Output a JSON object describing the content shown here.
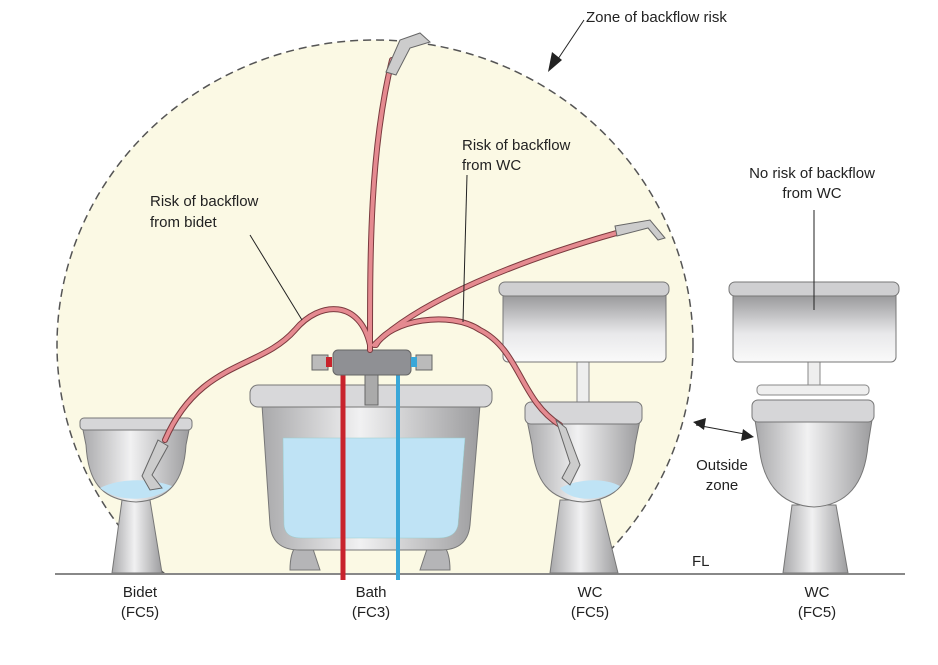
{
  "labels": {
    "zone": "Zone of backflow risk",
    "risk_wc_1": "Risk of backflow",
    "risk_wc_2": "from WC",
    "risk_bidet_1": "Risk of backflow",
    "risk_bidet_2": "from bidet",
    "no_risk_1": "No risk of backflow",
    "no_risk_2": "from WC",
    "outside_1": "Outside",
    "outside_2": "zone",
    "floor": "FL"
  },
  "fixtures": [
    {
      "name": "Bidet",
      "category": "(FC5)"
    },
    {
      "name": "Bath",
      "category": "(FC3)"
    },
    {
      "name": "WC",
      "category": "(FC5)"
    },
    {
      "name": "WC",
      "category": "(FC5)"
    }
  ],
  "colors": {
    "zone_fill": "#fbf9e4",
    "hose": "#e58a90",
    "hot_pipe": "#c8232c",
    "cold_pipe": "#3aa7d8",
    "water": "#bfe3f5"
  }
}
